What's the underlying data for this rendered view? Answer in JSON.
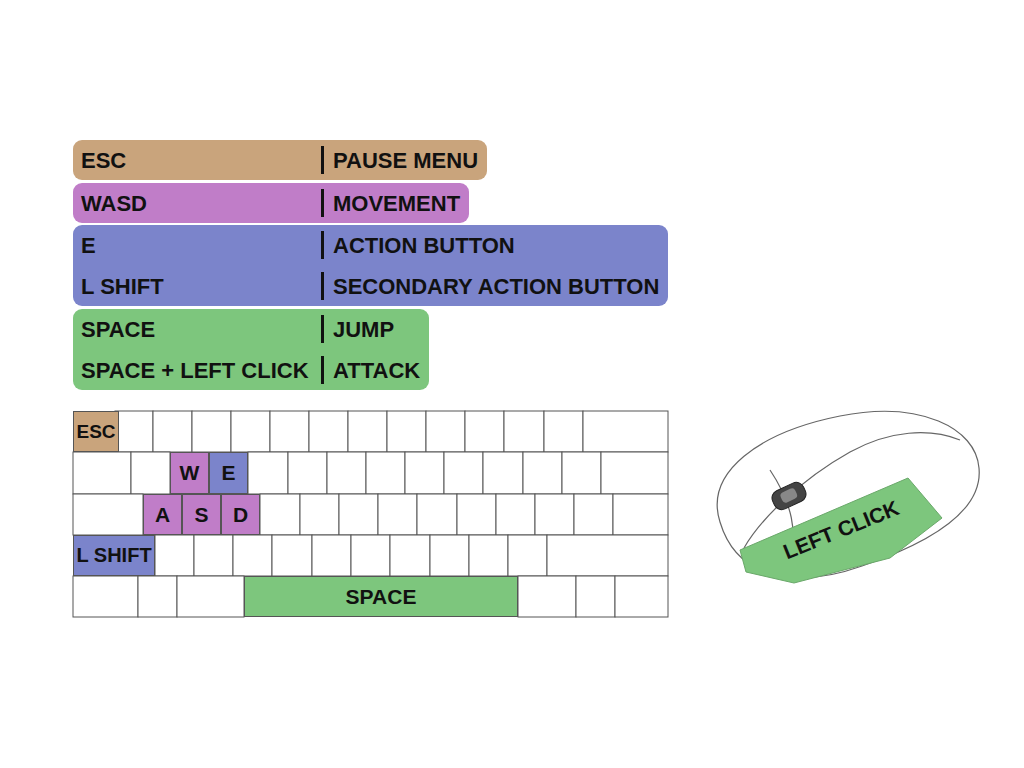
{
  "diagram": {
    "nodes": [
      {
        "text": [
          "ESC",
          "PAUSE MENU"
        ]
      },
      {
        "text": [
          "WASD",
          "MOVEMENT"
        ]
      },
      {
        "text": [
          "E",
          "ACTION BUTTON",
          "L SHIFT",
          "SECONDARY ACTION BUTTON"
        ]
      },
      {
        "text": [
          "SPACE",
          "JUMP",
          "SPACE + LEFT CLICK",
          "ATTACK"
        ]
      },
      {
        "text": [
          "ESC"
        ]
      },
      {
        "text": [
          "W"
        ]
      },
      {
        "text": [
          "E"
        ]
      },
      {
        "text": [
          "A"
        ]
      },
      {
        "text": [
          "S"
        ]
      },
      {
        "text": [
          "D"
        ]
      },
      {
        "text": [
          "L SHIFT"
        ]
      },
      {
        "text": [
          "SPACE"
        ]
      },
      {
        "text": [
          "LEFT CLICK"
        ]
      }
    ]
  }
}
